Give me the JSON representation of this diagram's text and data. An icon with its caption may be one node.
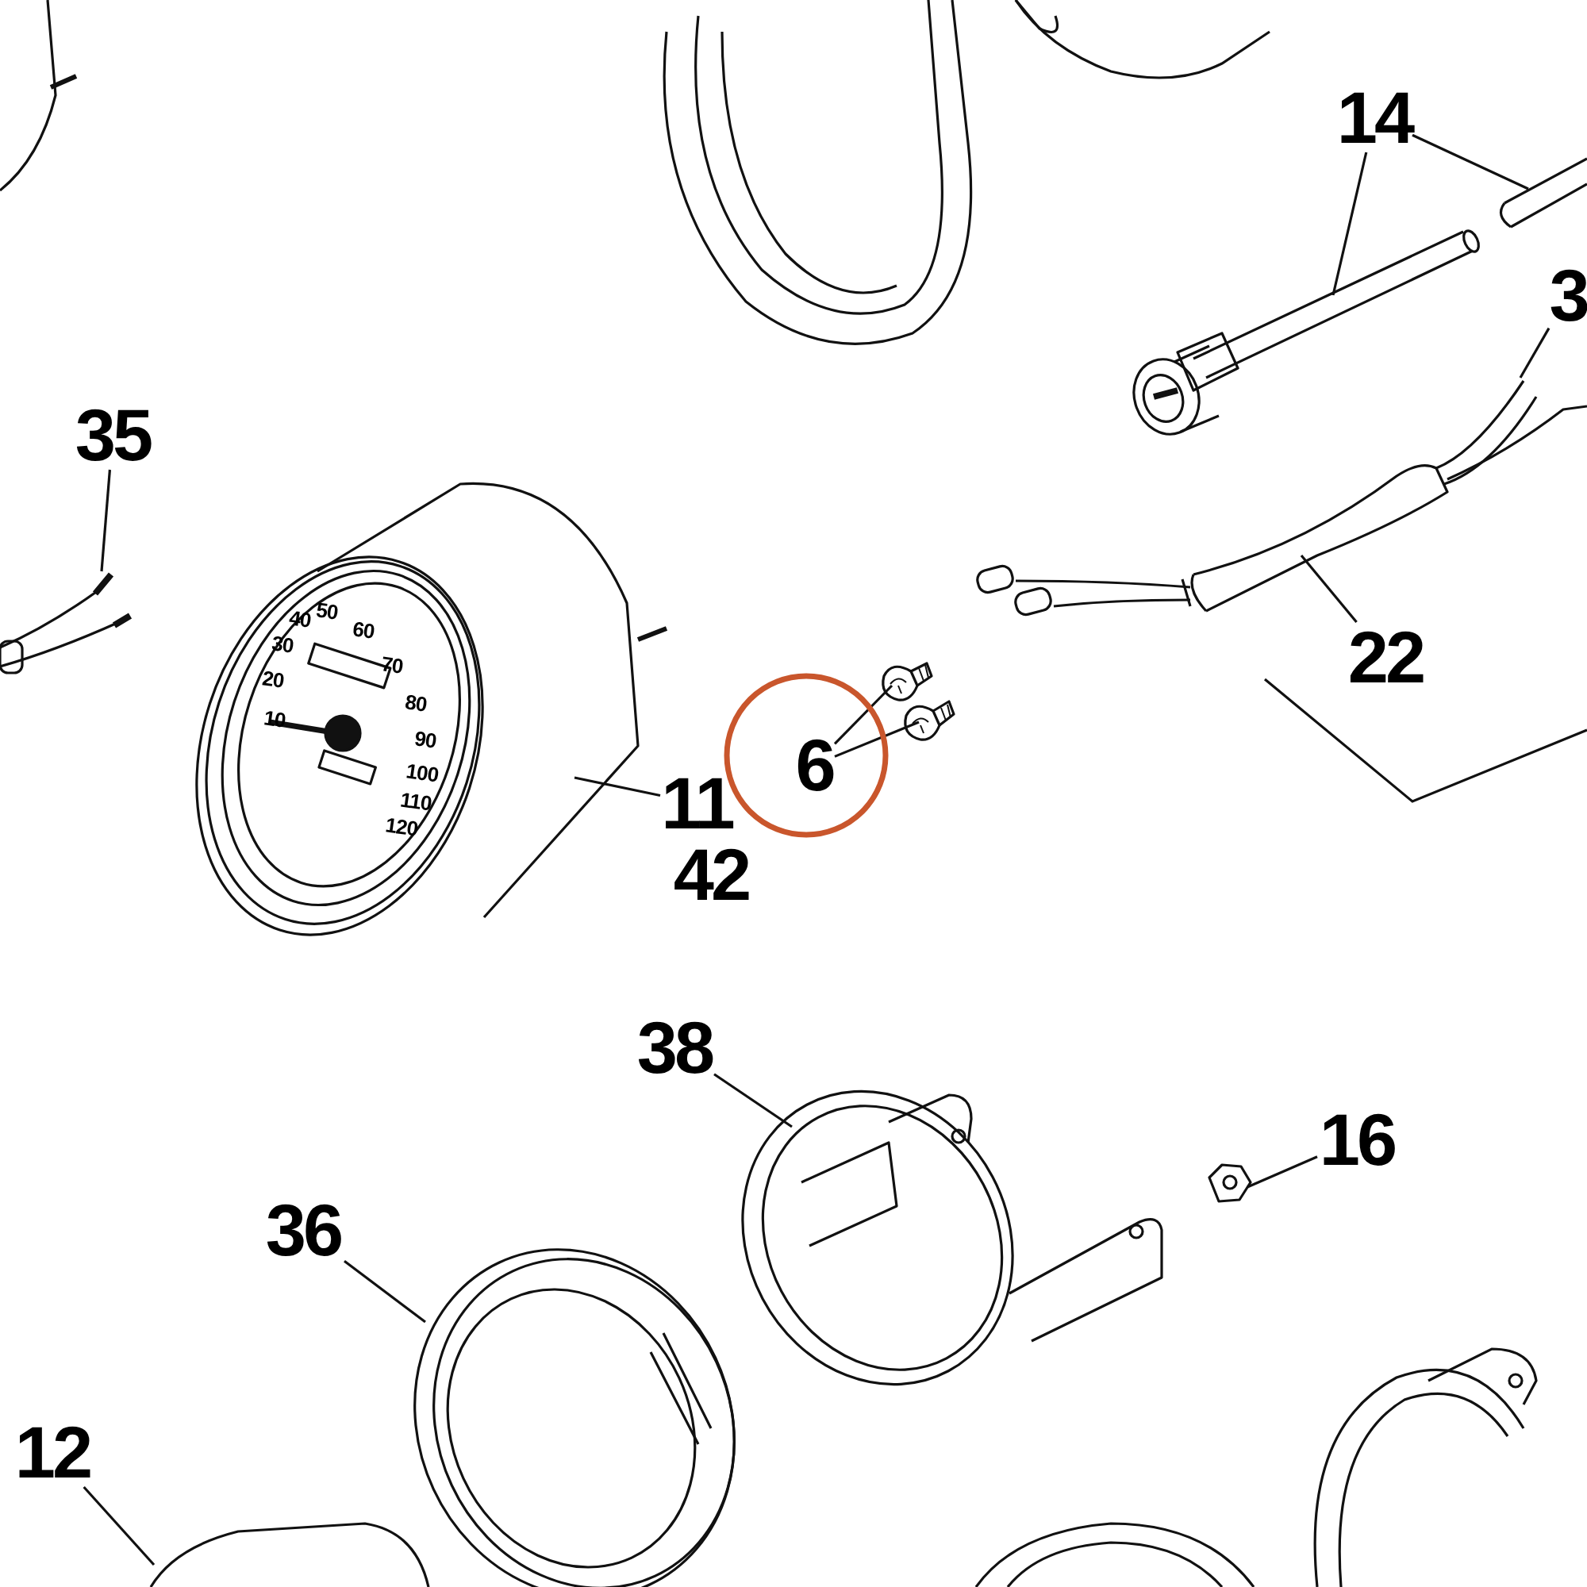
{
  "diagram": {
    "nodes": [
      {
        "text": [
          "14"
        ]
      },
      {
        "text": [],
        "shape": "picture"
      },
      {
        "text": [],
        "shape": "picture"
      },
      {
        "text": [
          "3"
        ]
      },
      {
        "text": [],
        "shape": "picture"
      },
      {
        "text": [
          "35"
        ]
      },
      {
        "text": [],
        "shape": "picture"
      },
      {
        "text": [],
        "shape": "picture"
      },
      {
        "text": [
          "22"
        ]
      },
      {
        "text": [
          "6"
        ]
      },
      {
        "text": [],
        "shape": "picture"
      },
      {
        "text": [],
        "shape": "picture"
      },
      {
        "text": [
          "11"
        ]
      },
      {
        "text": [
          "38"
        ]
      },
      {
        "text": [],
        "shape": "picture"
      },
      {
        "text": [
          "16"
        ]
      },
      {
        "text": [],
        "shape": "picture"
      },
      {
        "text": [
          "36"
        ]
      },
      {
        "text": [],
        "shape": "picture"
      },
      {
        "text": [
          "12"
        ]
      },
      {
        "text": [],
        "shape": "picture"
      }
    ],
    "edges": [
      {
        "from": 0,
        "to": 1,
        "arrow": "none"
      },
      {
        "from": 0,
        "to": 2,
        "arrow": "none"
      },
      {
        "from": 3,
        "to": 4,
        "arrow": "none"
      },
      {
        "from": 5,
        "to": 6,
        "arrow": "none"
      },
      {
        "from": 8,
        "to": 4,
        "arrow": "none"
      },
      {
        "from": 9,
        "to": 10,
        "arrow": "none"
      },
      {
        "from": 9,
        "to": 11,
        "arrow": "none"
      },
      {
        "from": 12,
        "to": 7,
        "arrow": "none"
      },
      {
        "from": 13,
        "to": 14,
        "arrow": "none"
      },
      {
        "from": 15,
        "to": 16,
        "arrow": "none"
      },
      {
        "from": 17,
        "to": 18,
        "arrow": "none"
      },
      {
        "from": 19,
        "to": 20,
        "arrow": "none"
      }
    ],
    "labels": [
      "10",
      "20",
      "30",
      "40",
      "50",
      "60",
      "70",
      "80",
      "90",
      "100",
      "110",
      "120",
      "42"
    ]
  }
}
